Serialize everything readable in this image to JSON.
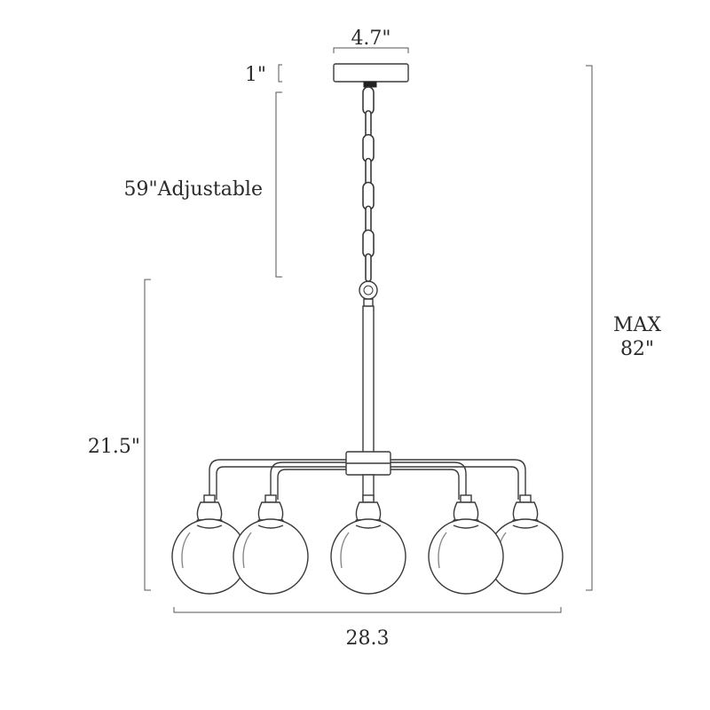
{
  "dimensions": {
    "canopy_width": "4.7\"",
    "canopy_height": "1\"",
    "chain_length": "59\"Adjustable",
    "fixture_height": "21.5\"",
    "max_height_line1": "MAX",
    "max_height_line2": "82\"",
    "fixture_width": "28.3"
  },
  "fixture": {
    "shade_count": 5,
    "chain_link_count": 8
  }
}
